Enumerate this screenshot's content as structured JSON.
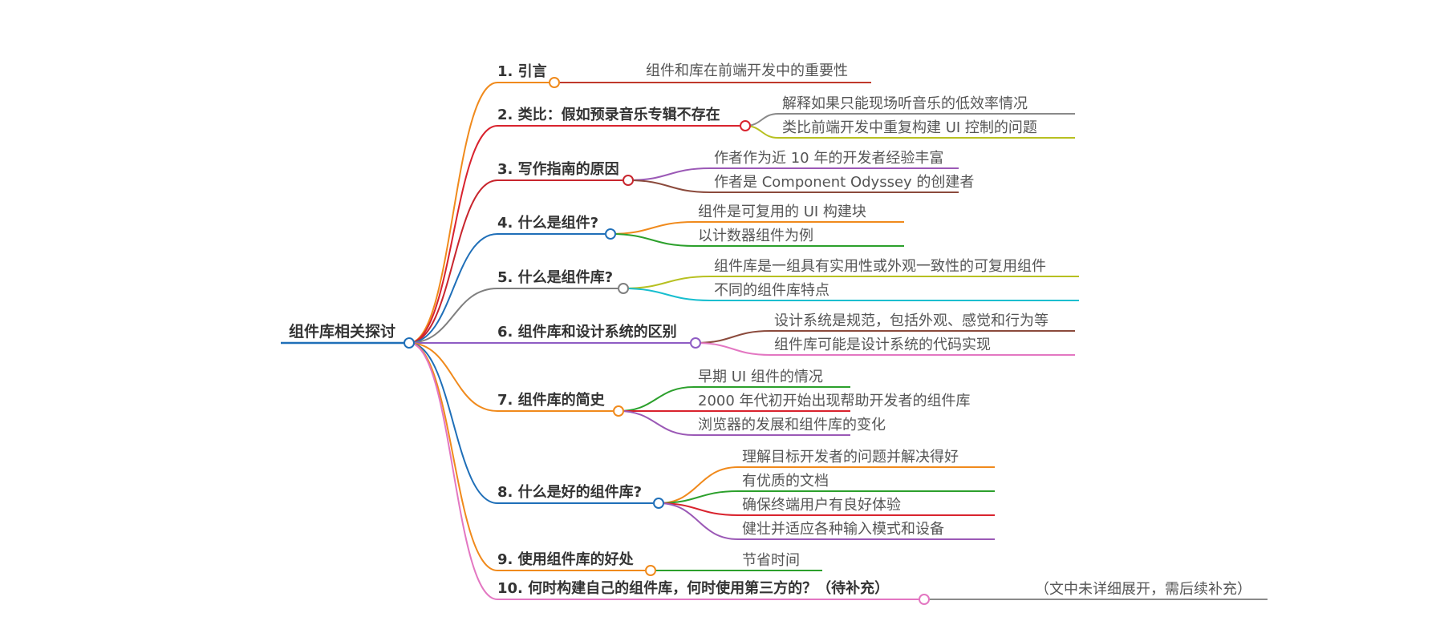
{
  "mindmap": {
    "root": {
      "label": "组件库相关探讨",
      "color": "#1f6fb8"
    },
    "branches": [
      {
        "label": "1. 引言",
        "color": "#f08a1c",
        "children": [
          {
            "label": "组件和库在前端开发中的重要性",
            "color": "#c0392b"
          }
        ]
      },
      {
        "label": "2. 类比：假如预录音乐专辑不存在",
        "color": "#d9232e",
        "children": [
          {
            "label": "解释如果只能现场听音乐的低效率情况",
            "color": "#8a8a8a"
          },
          {
            "label": "类比前端开发中重复构建 UI 控制的问题",
            "color": "#b7c021"
          }
        ]
      },
      {
        "label": "3. 写作指南的原因",
        "color": "#c8262e",
        "children": [
          {
            "label": "作者作为近 10 年的开发者经验丰富",
            "color": "#9b59b6"
          },
          {
            "label": "作者是 Component Odyssey 的创建者",
            "color": "#8b4a3c"
          }
        ]
      },
      {
        "label": "4. 什么是组件?",
        "color": "#1f6fb8",
        "children": [
          {
            "label": "组件是可复用的 UI 构建块",
            "color": "#f08a1c"
          },
          {
            "label": "以计数器组件为例",
            "color": "#2ca02c"
          }
        ]
      },
      {
        "label": "5. 什么是组件库?",
        "color": "#7f7f7f",
        "children": [
          {
            "label": "组件库是一组具有实用性或外观一致性的可复用组件",
            "color": "#b7c021"
          },
          {
            "label": "不同的组件库特点",
            "color": "#17becf"
          }
        ]
      },
      {
        "label": "6. 组件库和设计系统的区别",
        "color": "#8e5cc4",
        "children": [
          {
            "label": "设计系统是规范，包括外观、感觉和行为等",
            "color": "#8b4a3c"
          },
          {
            "label": "组件库可能是设计系统的代码实现",
            "color": "#e377c2"
          }
        ]
      },
      {
        "label": "7. 组件库的简史",
        "color": "#f08a1c",
        "children": [
          {
            "label": "早期 UI 组件的情况",
            "color": "#2ca02c"
          },
          {
            "label": "2000 年代初开始出现帮助开发者的组件库",
            "color": "#d9232e"
          },
          {
            "label": "浏览器的发展和组件库的变化",
            "color": "#9b59b6"
          }
        ]
      },
      {
        "label": "8. 什么是好的组件库?",
        "color": "#1f6fb8",
        "children": [
          {
            "label": "理解目标开发者的问题并解决得好",
            "color": "#f08a1c"
          },
          {
            "label": "有优质的文档",
            "color": "#2ca02c"
          },
          {
            "label": "确保终端用户有良好体验",
            "color": "#d9232e"
          },
          {
            "label": "健壮并适应各种输入模式和设备",
            "color": "#9b59b6"
          }
        ]
      },
      {
        "label": "9. 使用组件库的好处",
        "color": "#f08a1c",
        "children": [
          {
            "label": "节省时间",
            "color": "#2ca02c"
          }
        ]
      },
      {
        "label": "10. 何时构建自己的组件库，何时使用第三方的？（待补充）",
        "color": "#e377c2",
        "children": [
          {
            "label": "（文中未详细展开，需后续补充）",
            "color": "#8a8a8a"
          }
        ]
      }
    ]
  }
}
